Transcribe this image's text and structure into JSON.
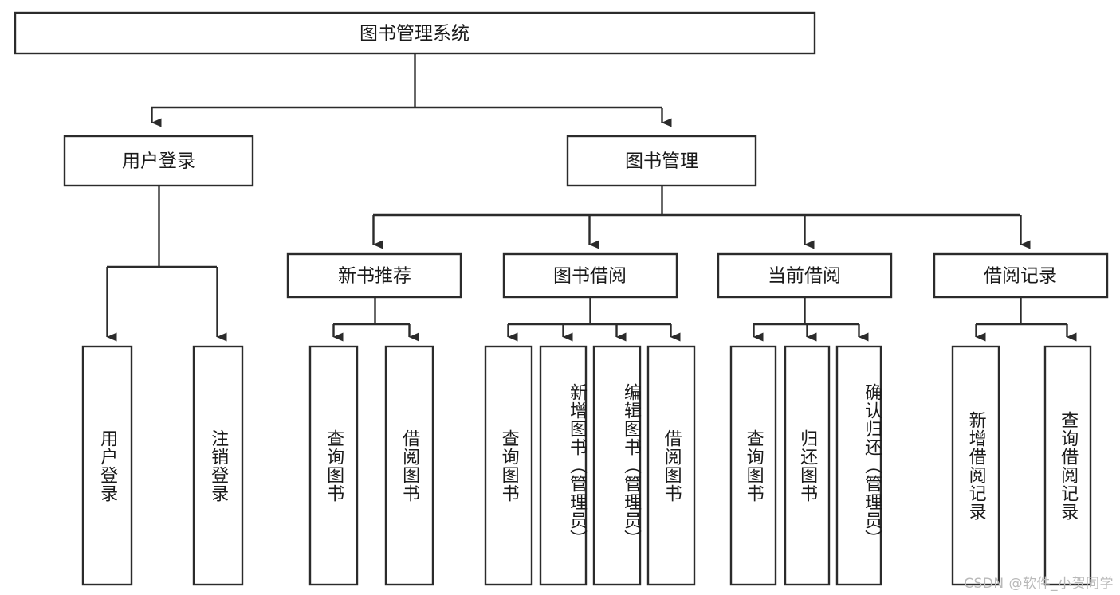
{
  "diagram": {
    "title": "图书管理系统",
    "type": "tree-hierarchy-diagram",
    "colors": {
      "stroke": "#2b2b2b",
      "fill": "#ffffff",
      "text": "#1a1a1a",
      "watermark": "#b9b9b9",
      "background": "#ffffff"
    },
    "root": {
      "label": "图书管理系统"
    },
    "level2": [
      {
        "label": "用户登录"
      },
      {
        "label": "图书管理"
      }
    ],
    "level3": [
      {
        "label": "新书推荐"
      },
      {
        "label": "图书借阅"
      },
      {
        "label": "当前借阅"
      },
      {
        "label": "借阅记录"
      }
    ],
    "leaves": {
      "user_login": [
        {
          "label": "用户登录"
        },
        {
          "label": "注销登录"
        }
      ],
      "new_book_recommend": [
        {
          "label": "查询图书"
        },
        {
          "label": "借阅图书"
        }
      ],
      "book_borrow": [
        {
          "label": "查询图书"
        },
        {
          "label": "新增图书（管理员）"
        },
        {
          "label": "编辑图书（管理员）"
        },
        {
          "label": "借阅图书"
        }
      ],
      "current_borrow": [
        {
          "label": "查询图书"
        },
        {
          "label": "归还图书"
        },
        {
          "label": "确认归还（管理员）"
        }
      ],
      "borrow_records": [
        {
          "label": "新增借阅记录"
        },
        {
          "label": "查询借阅记录"
        }
      ]
    }
  },
  "watermark": {
    "text": "CSDN @软件_小贺同学"
  }
}
